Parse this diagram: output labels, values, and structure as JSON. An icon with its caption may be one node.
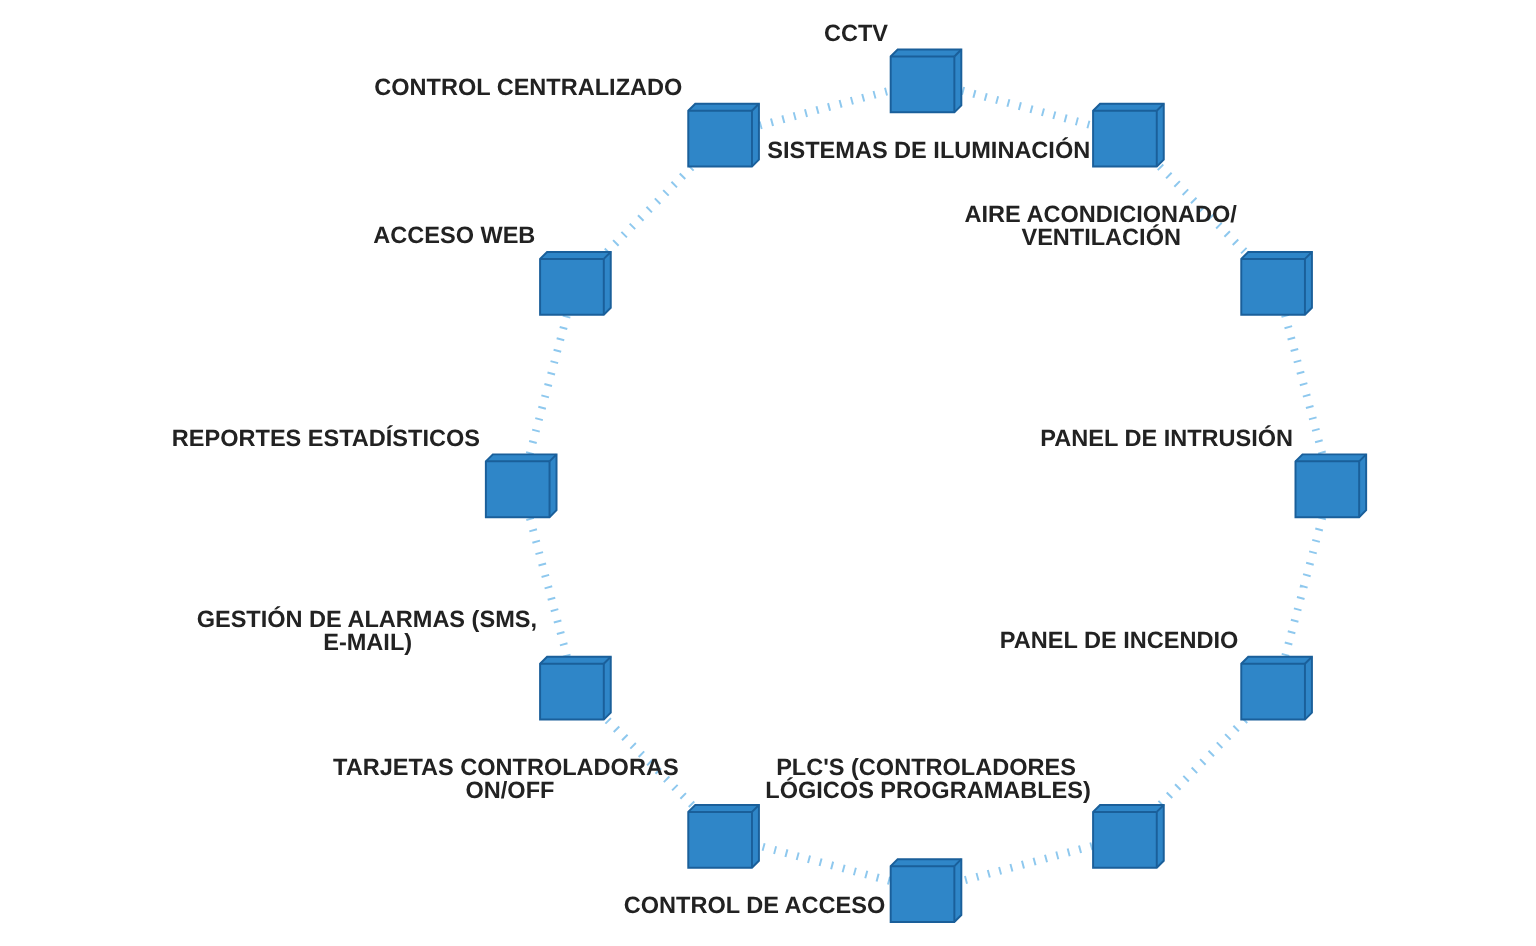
{
  "diagram": {
    "nodes": [
      {
        "text": [],
        "shape": "box",
        "beside": [
          "CCTV"
        ]
      },
      {
        "text": [],
        "shape": "box",
        "beside": [
          "SISTEMAS DE ILUMINACIÓN"
        ]
      },
      {
        "text": [],
        "shape": "box",
        "beside": [
          "AIRE ACONDICIONADO/ VENTILACIÓN"
        ]
      },
      {
        "text": [],
        "shape": "box",
        "beside": [
          "PANEL DE INTRUSIÓN"
        ]
      },
      {
        "text": [],
        "shape": "box",
        "beside": [
          "PANEL DE INCENDIO"
        ]
      },
      {
        "text": [],
        "shape": "box",
        "beside": [
          "PLC'S (CONTROLADORES LÓGICOS PROGRAMABLES)"
        ]
      },
      {
        "text": [],
        "shape": "box",
        "beside": [
          "CONTROL DE ACCESO"
        ]
      },
      {
        "text": [],
        "shape": "box",
        "beside": [
          "TARJETAS CONTROLADORAS ON/OFF"
        ]
      },
      {
        "text": [],
        "shape": "box",
        "beside": [
          "GESTIÓN DE ALARMAS (SMS, E-MAIL)"
        ]
      },
      {
        "text": [],
        "shape": "box",
        "beside": [
          "REPORTES ESTADÍSTICOS"
        ]
      },
      {
        "text": [],
        "shape": "box",
        "beside": [
          "ACCESO WEB"
        ]
      },
      {
        "text": [],
        "shape": "box",
        "beside": [
          "CONTROL CENTRALIZADO"
        ]
      }
    ],
    "edges": [
      {
        "from": 0,
        "to": 1,
        "arrow": "none",
        "style": "dashed"
      },
      {
        "from": 1,
        "to": 2,
        "arrow": "none",
        "style": "dashed"
      },
      {
        "from": 2,
        "to": 3,
        "arrow": "none",
        "style": "dashed"
      },
      {
        "from": 3,
        "to": 4,
        "arrow": "none",
        "style": "dashed"
      },
      {
        "from": 4,
        "to": 5,
        "arrow": "none",
        "style": "dashed"
      },
      {
        "from": 5,
        "to": 6,
        "arrow": "none",
        "style": "dashed"
      },
      {
        "from": 6,
        "to": 7,
        "arrow": "none",
        "style": "dashed"
      },
      {
        "from": 7,
        "to": 8,
        "arrow": "none",
        "style": "dashed"
      },
      {
        "from": 8,
        "to": 9,
        "arrow": "none",
        "style": "dashed"
      },
      {
        "from": 9,
        "to": 10,
        "arrow": "none",
        "style": "dashed"
      },
      {
        "from": 10,
        "to": 11,
        "arrow": "none",
        "style": "dashed"
      },
      {
        "from": 11,
        "to": 0,
        "arrow": "none",
        "style": "dashed"
      }
    ]
  }
}
